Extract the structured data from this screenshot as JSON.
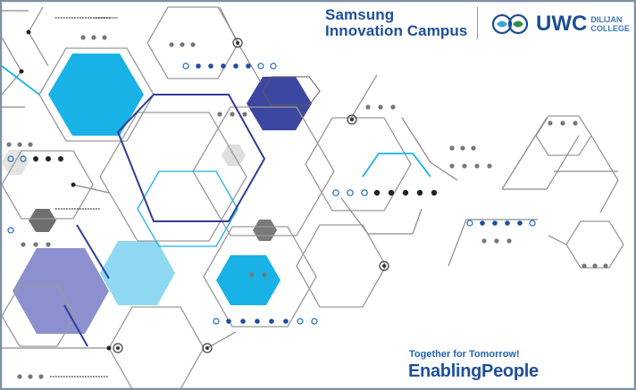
{
  "branding": {
    "samsung_line1": "Samsung",
    "samsung_line2": "Innovation Campus",
    "uwc_word": "UWC",
    "uwc_line1": "DILIJAN",
    "uwc_line2": "COLLEGE",
    "uwc_logo_icon": "globe-people-icon"
  },
  "slogan": {
    "tagline": "Together for Tomorrow!",
    "word1": "Enabling",
    "word2": "People"
  },
  "colors": {
    "cyan": "#19b2e6",
    "light_cyan": "#8fd8f1",
    "navy": "#3d46a0",
    "lavender": "#8c90cf",
    "gray": "#7d7d7d",
    "light_gray": "#dcdcdc",
    "brand_blue": "#1e4f9c"
  }
}
